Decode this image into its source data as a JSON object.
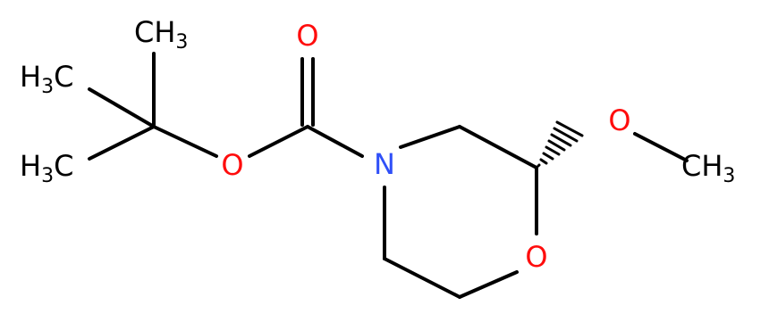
{
  "molecule": {
    "atoms": {
      "carbonyl_o": {
        "symbol": "O",
        "color": "#ff0d0d"
      },
      "ester_o": {
        "symbol": "O",
        "color": "#ff0d0d"
      },
      "ring_n": {
        "symbol": "N",
        "color": "#3050f8"
      },
      "ring_o": {
        "symbol": "O",
        "color": "#ff0d0d"
      },
      "methoxy_o": {
        "symbol": "O",
        "color": "#ff0d0d"
      },
      "methyl_top": {
        "text": "CH",
        "subscript": "3"
      },
      "methyl_left_upper": {
        "text": "H",
        "subscript": "3",
        "suffix": "C"
      },
      "methyl_left_lower": {
        "text": "H",
        "subscript": "3",
        "suffix": "C"
      },
      "methyl_methoxy": {
        "text": "CH",
        "subscript": "3"
      }
    },
    "bond_color": "#000000"
  }
}
